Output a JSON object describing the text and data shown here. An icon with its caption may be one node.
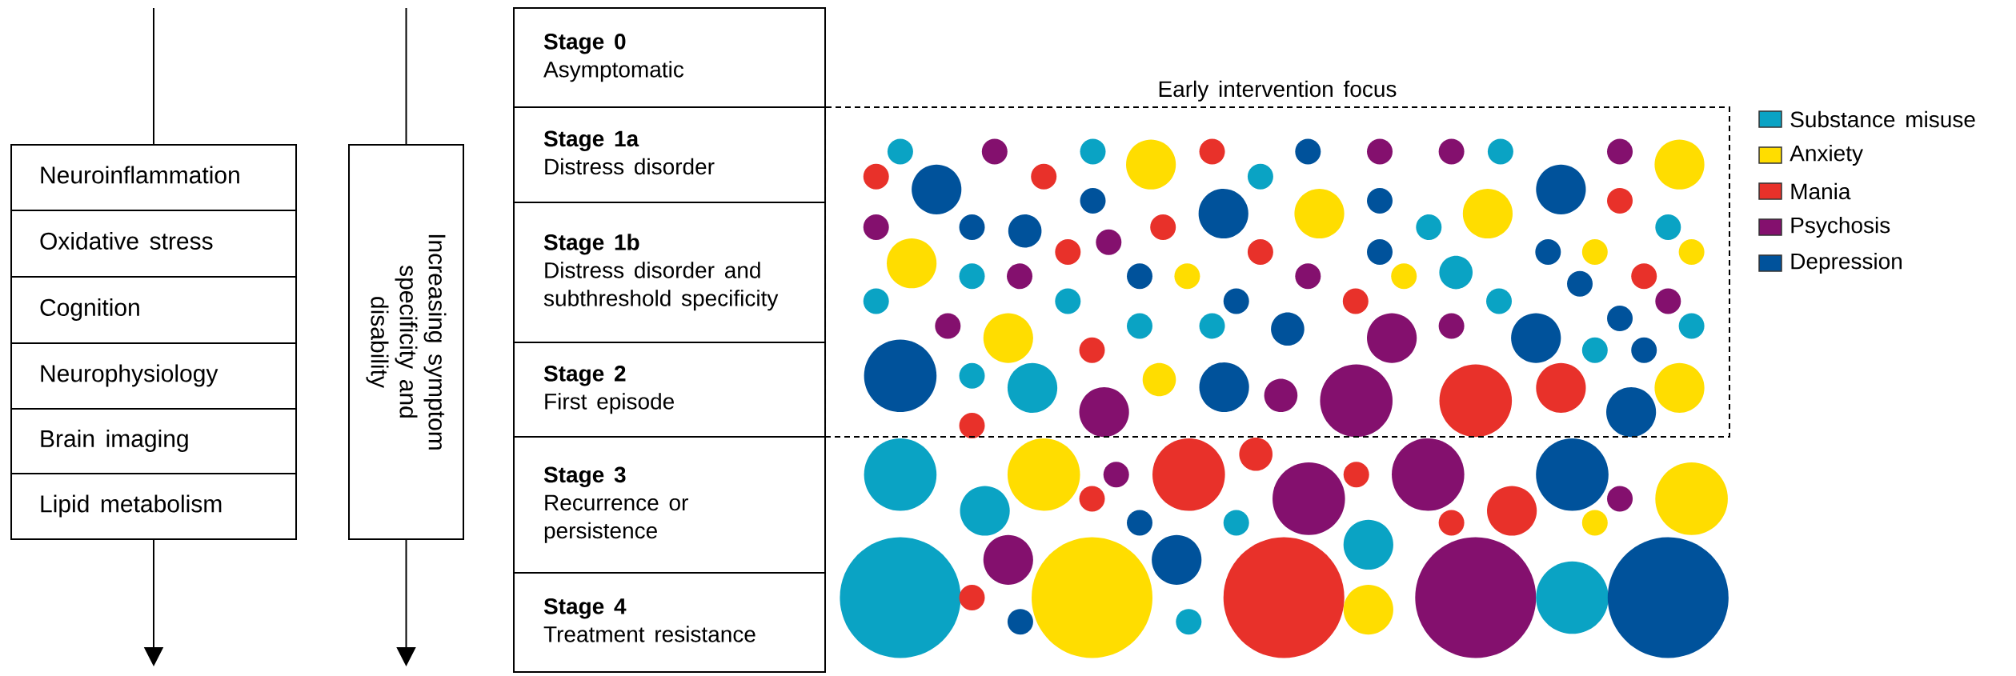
{
  "diagram": {
    "nodes": [
      {
        "text": [
          "Neuroinflammation"
        ]
      },
      {
        "text": [
          "Oxidative stress"
        ]
      },
      {
        "text": [
          "Cognition"
        ]
      },
      {
        "text": [
          "Neurophysiology"
        ]
      },
      {
        "text": [
          "Brain imaging"
        ]
      },
      {
        "text": [
          "Lipid metabolism"
        ]
      },
      {
        "text": [
          "Increasing symptom specificity and disability"
        ]
      },
      {
        "text": [
          "Stage 0",
          "Asymptomatic"
        ]
      },
      {
        "text": [
          "Stage 1a",
          "Distress disorder"
        ]
      },
      {
        "text": [
          "Stage 1b",
          "Distress disorder and subthreshold specificity"
        ]
      },
      {
        "text": [
          "Stage 2",
          "First episode"
        ]
      },
      {
        "text": [
          "Stage 3",
          "Recurrence or persistence"
        ]
      },
      {
        "text": [
          "Stage 4",
          "Treatment resistance"
        ]
      },
      {
        "text": [
          "Early intervention focus"
        ]
      }
    ],
    "edges": [
      {
        "from": null,
        "to": 0,
        "arrow": "none"
      },
      {
        "from": 5,
        "to": null,
        "arrow": "to"
      },
      {
        "from": null,
        "to": 6,
        "arrow": "none"
      },
      {
        "from": 6,
        "to": null,
        "arrow": "to"
      }
    ],
    "legend": [
      {
        "text": "Substance misuse",
        "color": "#0aa3c4"
      },
      {
        "text": "Anxiety",
        "color": "#ffdd00"
      },
      {
        "text": "Mania",
        "color": "#e8312a"
      },
      {
        "text": "Psychosis",
        "color": "#84106e"
      },
      {
        "text": "Depression",
        "color": "#00529b"
      }
    ]
  }
}
